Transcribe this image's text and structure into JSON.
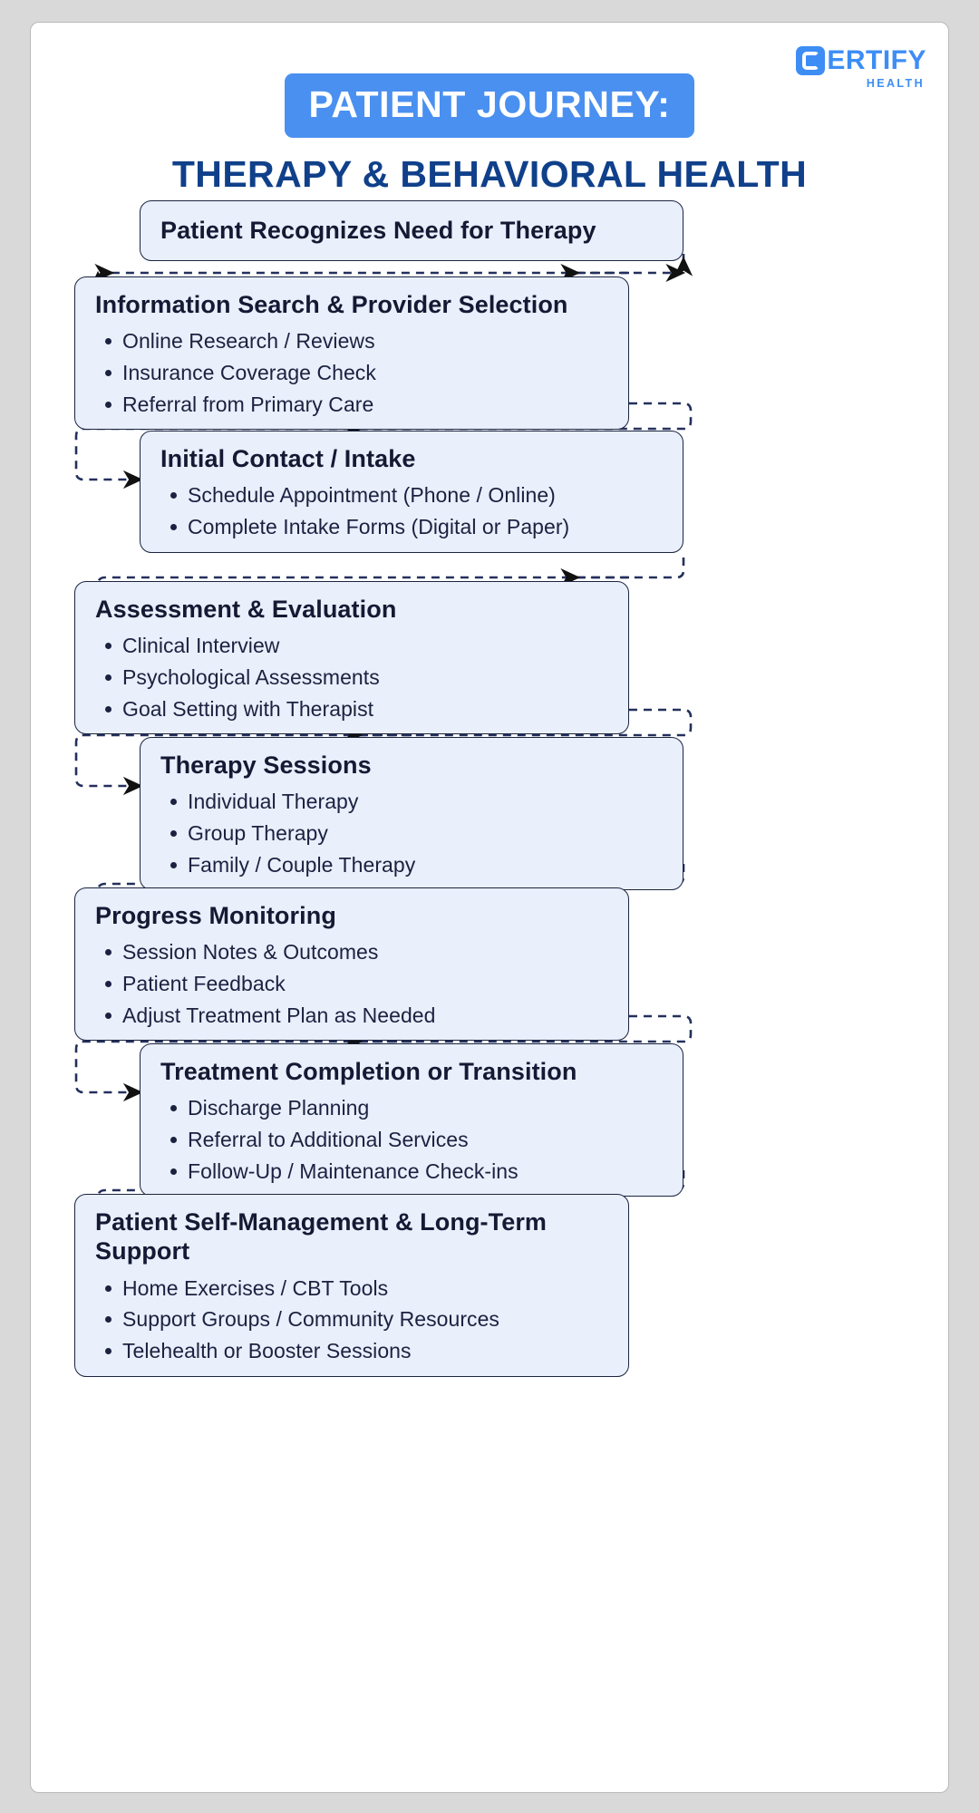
{
  "brand": {
    "logo_icon": "certify-c-icon",
    "name": "ERTIFY",
    "sub": "HEALTH"
  },
  "header": {
    "title_pill": "PATIENT JOURNEY:",
    "title_sub": "THERAPY & BEHAVIORAL HEALTH"
  },
  "colors": {
    "pill_bg": "#4a90f0",
    "heading": "#10408a",
    "node_bg": "#e9effb",
    "node_border": "#1b2440",
    "divider": "#bed5f3",
    "logo": "#3d8df5",
    "page_bg": "#d9d9d9"
  },
  "flow": {
    "steps": [
      {
        "id": "recognize-need",
        "title": "Patient Recognizes Need for Therapy",
        "items": []
      },
      {
        "id": "information-search",
        "title": "Information Search & Provider Selection",
        "items": [
          "Online Research / Reviews",
          "Insurance Coverage Check",
          "Referral from Primary Care"
        ]
      },
      {
        "id": "initial-contact",
        "title": "Initial Contact / Intake",
        "items": [
          "Schedule Appointment (Phone / Online)",
          "Complete Intake Forms (Digital or Paper)"
        ]
      },
      {
        "id": "assessment-evaluation",
        "title": "Assessment & Evaluation",
        "items": [
          "Clinical Interview",
          "Psychological Assessments",
          "Goal Setting with Therapist"
        ]
      },
      {
        "id": "therapy-sessions",
        "title": "Therapy Sessions",
        "items": [
          "Individual Therapy",
          "Group Therapy",
          "Family / Couple Therapy"
        ]
      },
      {
        "id": "progress-monitoring",
        "title": "Progress Monitoring",
        "items": [
          "Session Notes & Outcomes",
          "Patient Feedback",
          "Adjust Treatment Plan as Needed"
        ]
      },
      {
        "id": "treatment-completion",
        "title": "Treatment Completion or Transition",
        "items": [
          "Discharge Planning",
          "Referral to Additional Services",
          "Follow-Up / Maintenance Check-ins"
        ]
      },
      {
        "id": "self-management",
        "title": "Patient Self-Management & Long-Term Support",
        "items": [
          "Home Exercises / CBT Tools",
          "Support Groups / Community Resources",
          "Telehealth or Booster Sessions"
        ]
      }
    ]
  }
}
